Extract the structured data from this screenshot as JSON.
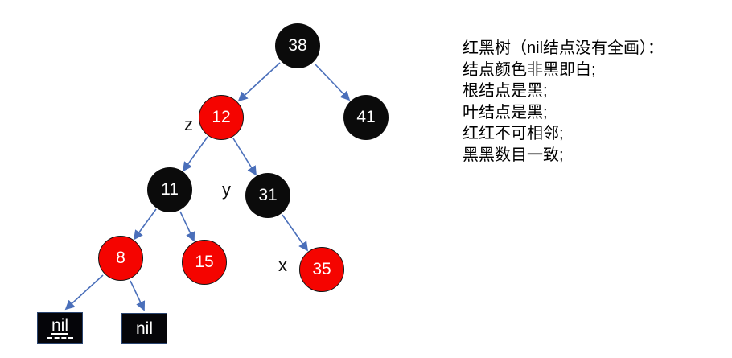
{
  "diagram": {
    "kind": "red-black-tree",
    "tree": {
      "nodes": [
        {
          "id": "38",
          "value": "38",
          "color": "black",
          "shape": "circle"
        },
        {
          "id": "12",
          "value": "12",
          "color": "red",
          "shape": "circle"
        },
        {
          "id": "41",
          "value": "41",
          "color": "black",
          "shape": "circle"
        },
        {
          "id": "11",
          "value": "11",
          "color": "black",
          "shape": "circle"
        },
        {
          "id": "31",
          "value": "31",
          "color": "black",
          "shape": "circle"
        },
        {
          "id": "8",
          "value": "8",
          "color": "red",
          "shape": "circle"
        },
        {
          "id": "15",
          "value": "15",
          "color": "red",
          "shape": "circle"
        },
        {
          "id": "35",
          "value": "35",
          "color": "red",
          "shape": "circle"
        },
        {
          "id": "nil-left",
          "value": "nil",
          "color": "black",
          "shape": "rect",
          "underline": "solid-plus-dashed"
        },
        {
          "id": "nil-right",
          "value": "nil",
          "color": "black",
          "shape": "rect",
          "underline": "none"
        }
      ],
      "edges": [
        "38->12",
        "38->41",
        "12->11",
        "12->31",
        "11->8",
        "11->15",
        "31->35",
        "8->nil-left",
        "8->nil-right"
      ],
      "labels": [
        {
          "text": "z",
          "for": "12"
        },
        {
          "text": "y",
          "for": "31"
        },
        {
          "text": "x",
          "for": "35"
        }
      ]
    },
    "notes": {
      "lines": [
        "红黑树（nil结点没有全画）：",
        "结点颜色非黑即白;",
        "根结点是黑;",
        "叶结点是黑;",
        "红红不可相邻;",
        "黑黑数目一致;"
      ]
    },
    "colors": {
      "node_black": "#0b0b0b",
      "node_red": "#f50400",
      "node_text": "#ffffff",
      "arrow": "#4a6fba",
      "nil_border": "#2b4570",
      "note_text": "#000000",
      "background": "#ffffff"
    }
  }
}
